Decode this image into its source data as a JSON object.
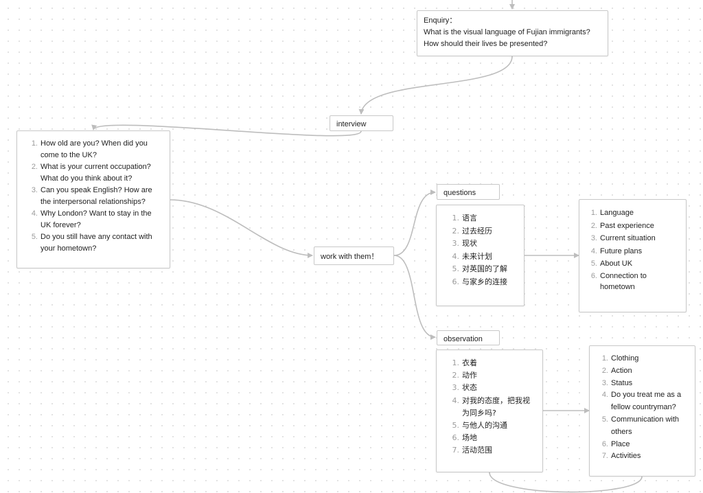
{
  "enquiry": {
    "title": "Enquiry：",
    "question_1": "What is the visual language of Fujian immigrants?",
    "question_2": "How should their lives be presented?"
  },
  "nodes": {
    "interview": "interview",
    "work_with_them": "work with them！",
    "questions": "questions",
    "observation": "observation"
  },
  "interview_questions": [
    {
      "num": "1.",
      "text": "How old are you? When did you come to the UK?"
    },
    {
      "num": "2.",
      "text": "What is your current occupation? What do you think about it?"
    },
    {
      "num": "3.",
      "text": "Can you speak English? How are the interpersonal relationships?"
    },
    {
      "num": "4.",
      "text": "Why London? Want to stay in the UK forever?"
    },
    {
      "num": "5.",
      "text": "Do you still have any contact with your hometown?"
    }
  ],
  "questions_cn": [
    {
      "num": "1.",
      "text": "语言"
    },
    {
      "num": "2.",
      "text": "过去经历"
    },
    {
      "num": "3.",
      "text": "现状"
    },
    {
      "num": "4.",
      "text": "未来计划"
    },
    {
      "num": "5.",
      "text": "对英国的了解"
    },
    {
      "num": "6.",
      "text": "与家乡的连接"
    }
  ],
  "questions_en": [
    {
      "num": "1.",
      "text": "Language"
    },
    {
      "num": "2.",
      "text": "Past experience"
    },
    {
      "num": "3.",
      "text": "Current situation"
    },
    {
      "num": "4.",
      "text": "Future plans"
    },
    {
      "num": "5.",
      "text": "About UK"
    },
    {
      "num": "6.",
      "text": "Connection to hometown"
    }
  ],
  "observation_cn": [
    {
      "num": "1.",
      "text": "衣着"
    },
    {
      "num": "2.",
      "text": "动作"
    },
    {
      "num": "3.",
      "text": "状态"
    },
    {
      "num": "4.",
      "text": "对我的态度，把我视为同乡吗?"
    },
    {
      "num": "5.",
      "text": "与他人的沟通"
    },
    {
      "num": "6.",
      "text": "场地"
    },
    {
      "num": "7.",
      "text": "活动范围"
    }
  ],
  "observation_en": [
    {
      "num": "1.",
      "text": "Clothing"
    },
    {
      "num": "2.",
      "text": "Action"
    },
    {
      "num": "3.",
      "text": "Status"
    },
    {
      "num": "4.",
      "text": "Do you treat me as a fellow countryman?"
    },
    {
      "num": "5.",
      "text": "Communication with others"
    },
    {
      "num": "6.",
      "text": "Place"
    },
    {
      "num": "7.",
      "text": "Activities"
    }
  ],
  "colors": {
    "connector": "#bdbdbd",
    "card_border": "#c8c8c8",
    "number": "#9a9a9a",
    "text": "#222222",
    "grid_dot": "#dcdcdc"
  }
}
